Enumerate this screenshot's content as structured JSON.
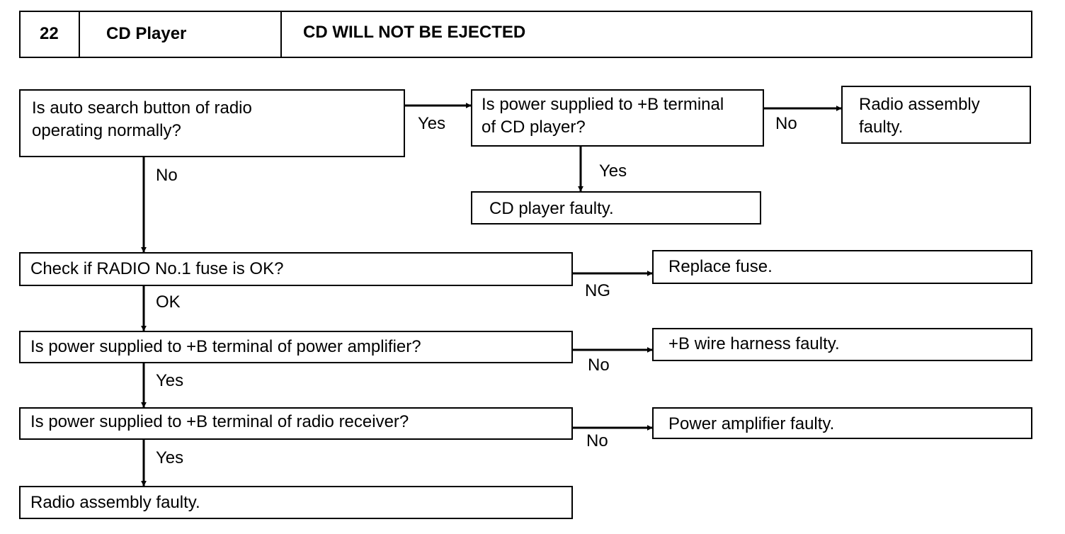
{
  "header": {
    "number": "22",
    "section": "CD Player",
    "title": "CD WILL NOT BE EJECTED"
  },
  "nodes": {
    "q_auto_search": [
      "Is auto search button of radio",
      "operating normally?"
    ],
    "q_cd_power": [
      "Is power supplied to +B terminal",
      "of CD player?"
    ],
    "r_radio_faulty_top": [
      "Radio assembly",
      "faulty."
    ],
    "r_cd_faulty": "CD player faulty.",
    "q_fuse": "Check if RADIO No.1 fuse is OK?",
    "r_replace_fuse": "Replace fuse.",
    "q_amp_power": "Is power supplied to +B terminal of power amplifier?",
    "r_wire_faulty": "+B wire harness faulty.",
    "q_receiver_power": "Is power supplied to +B terminal of radio receiver?",
    "r_amp_faulty": "Power amplifier faulty.",
    "r_radio_faulty_bottom": "Radio assembly faulty."
  },
  "edges": {
    "auto_yes": "Yes",
    "auto_no": "No",
    "cd_power_no": "No",
    "cd_power_yes": "Yes",
    "fuse_ng": "NG",
    "fuse_ok": "OK",
    "amp_no": "No",
    "amp_yes": "Yes",
    "receiver_no": "No",
    "receiver_yes": "Yes"
  }
}
